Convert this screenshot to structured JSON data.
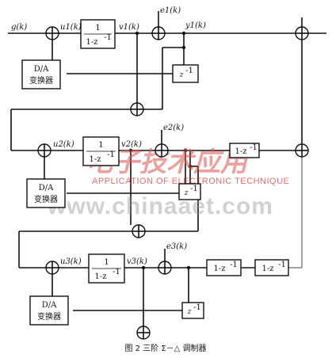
{
  "signals": {
    "input": "g(k)",
    "u1": "u1(k)",
    "v1": "v1(k)",
    "e1": "e1(k)",
    "y1": "y1(k)",
    "u2": "u2(k)",
    "v2": "v2(k)",
    "e2": "e2(k)",
    "u3": "u3(k)",
    "v3": "v3(k)",
    "e3": "e3(k)"
  },
  "blocks": {
    "integrator_num": "1",
    "integrator_den": "1-z",
    "exp": "-1",
    "delay": "z",
    "diff": "1-z",
    "da_line1": "D/A",
    "da_line2": "变换器"
  },
  "caption": "图 2    三阶 Σ－△ 调制器",
  "watermark": {
    "cn": "电子技术应用",
    "en": "APPLICATION OF ELECTRONIC TECHNIQUE",
    "url": "www.chinaaet.com"
  }
}
